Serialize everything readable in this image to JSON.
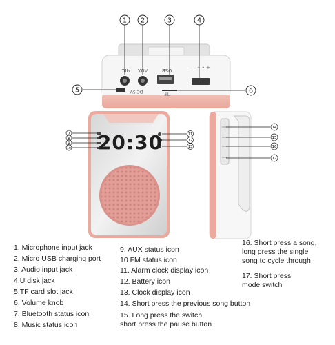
{
  "device": {
    "clock_display": "20:30",
    "port_labels": [
      "MIC",
      "AUX",
      "USB",
      "DC 5V",
      "TF"
    ]
  },
  "top_callouts": [
    "1",
    "2",
    "3",
    "4"
  ],
  "side_callouts": [
    "5",
    "6"
  ],
  "left_callouts": [
    "7",
    "8",
    "9",
    "10"
  ],
  "right_callouts": [
    "11",
    "12",
    "13"
  ],
  "clip_callouts": [
    "14",
    "15",
    "16",
    "17"
  ],
  "legend": {
    "col1": [
      "1. Microphone input jack",
      "2. Micro USB charging port",
      "3. Audio input jack",
      "4.U disk jack",
      "5.TF card slot jack",
      "6. Volume knob",
      "7. Bluetooth status icon",
      "8. Music status icon"
    ],
    "col2": [
      "9. AUX status icon",
      "10.FM status icon",
      "11. Alarm clock display icon",
      "12. Battery icon",
      "13. Clock display icon",
      "14. Short press the previous song button",
      "15.  Long press the switch,",
      "short press the pause button"
    ],
    "col3": [
      "16. Short press a song,",
      "long press the single",
      "song to cycle through",
      "17. Short press",
      "mode switch"
    ]
  }
}
